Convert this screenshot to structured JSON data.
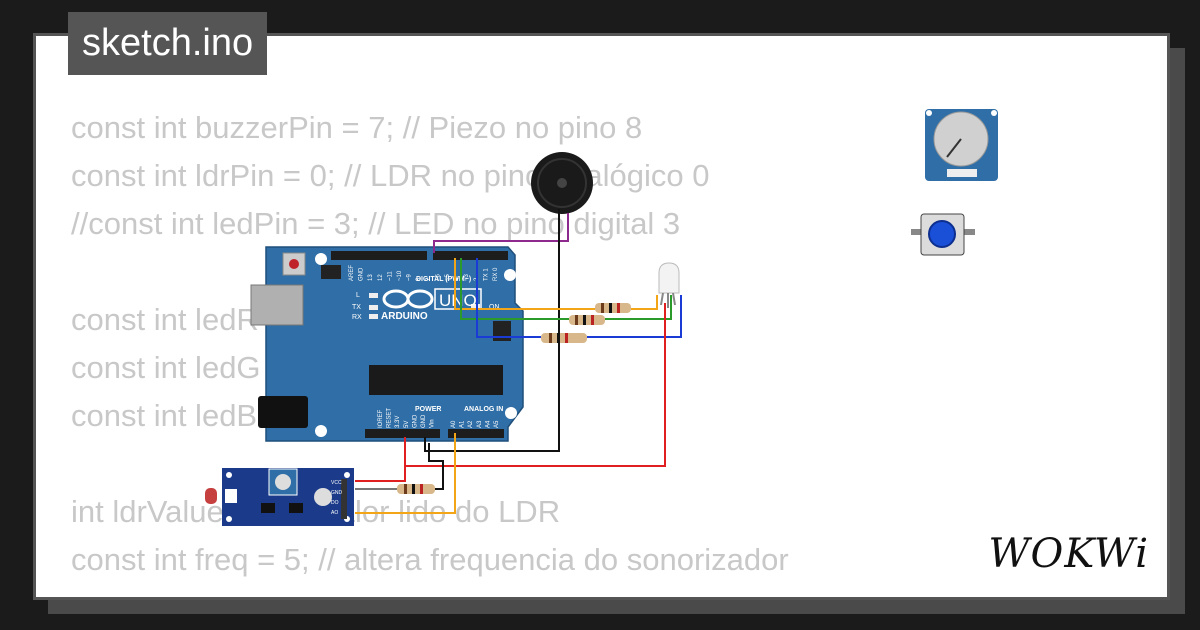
{
  "file_tab": {
    "label": "sketch.ino"
  },
  "code_lines": [
    "const int buzzerPin = 7; // Piezo no pino 8",
    "const int ldrPin = 0; // LDR no pino analógico 0",
    "//const int ledPin = 3; // LED no pino digital 3",
    "",
    "const int ledR = 6;",
    "const int ledG = 5;",
    "const int ledB = 3;",
    "",
    "int ldrValue = 0; // Valor lido do LDR",
    "const int freq = 5; // altera frequencia do sonorizador"
  ],
  "board": {
    "name": "UNO",
    "brand": "ARDUINO",
    "digital_label": "DIGITAL (PWM~)",
    "power_label": "POWER",
    "analog_label": "ANALOG IN",
    "on_label": "ON",
    "l_label": "L",
    "tx_label": "TX",
    "rx_label": "RX",
    "top_pins": [
      "AREF",
      "GND",
      "13",
      "12",
      "~11",
      "~10",
      "~9",
      "8",
      "7",
      "~6",
      "~5",
      "4",
      "~3",
      "2",
      "TX 1",
      "RX 0"
    ],
    "power_pins": [
      "IOREF",
      "RESET",
      "3.3V",
      "5V",
      "GND",
      "GND",
      "Vin"
    ],
    "analog_pins": [
      "A0",
      "A1",
      "A2",
      "A3",
      "A4",
      "A5"
    ]
  },
  "ldr_module": {
    "pins": [
      "VCC",
      "GND",
      "DO",
      "AO"
    ]
  },
  "brand_logo": "WOKWi",
  "colors": {
    "board": "#2f6ea6",
    "wire_purple": "#8e2a8e",
    "wire_orange": "#f2a516",
    "wire_green": "#2a9a2a",
    "wire_blue": "#1b3bd6",
    "wire_red": "#e02020",
    "wire_black": "#111111",
    "button_cap": "#1a4fd8"
  },
  "icons": [
    "buzzer-icon",
    "potentiometer-icon",
    "pushbutton-icon",
    "rgb-led-icon",
    "resistor-icon",
    "ldr-sensor-icon"
  ]
}
